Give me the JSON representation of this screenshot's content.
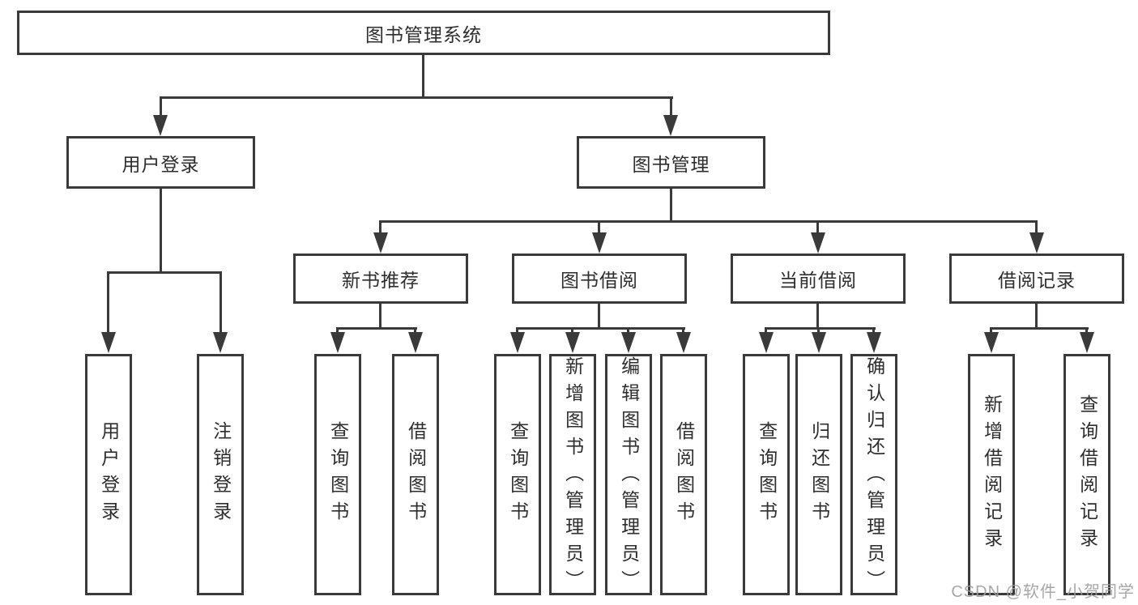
{
  "tree": {
    "root": "图书管理系统",
    "branches": [
      {
        "label": "用户登录",
        "children": [
          "用户登录",
          "注销登录"
        ]
      },
      {
        "label": "图书管理",
        "groups": [
          {
            "label": "新书推荐",
            "children": [
              "查询图书",
              "借阅图书"
            ]
          },
          {
            "label": "图书借阅",
            "children": [
              "查询图书",
              "新增图书（管理员）",
              "编辑图书（管理员）",
              "借阅图书"
            ]
          },
          {
            "label": "当前借阅",
            "children": [
              "查询图书",
              "归还图书",
              "确认归还（管理员）"
            ]
          },
          {
            "label": "借阅记录",
            "children": [
              "新增借阅记录",
              "查询借阅记录"
            ]
          }
        ]
      }
    ]
  },
  "watermark": "CSDN @软件_小贺同学",
  "colors": {
    "line": "#3a3a3a",
    "text": "#2e2e2e",
    "watermark": "#9e9e9e"
  }
}
